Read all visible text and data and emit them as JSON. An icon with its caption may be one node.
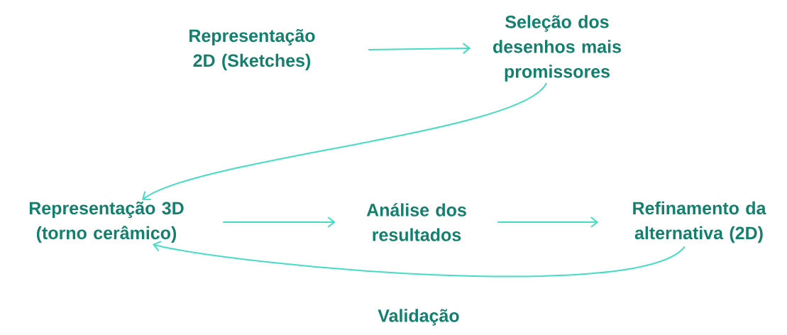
{
  "diagram": {
    "nodes": [
      {
        "text": [
          "Representação 2D (Sketches)"
        ]
      },
      {
        "text": [
          "Seleção dos desenhos mais promissores"
        ]
      },
      {
        "text": [
          "Representação 3D (torno cerâmico)"
        ]
      },
      {
        "text": [
          "Análise dos resultados"
        ]
      },
      {
        "text": [
          "Refinamento da alternativa (2D)"
        ]
      }
    ],
    "edges": [
      {
        "from": 0,
        "to": 1,
        "arrow": "to"
      },
      {
        "from": 1,
        "to": 2,
        "arrow": "to"
      },
      {
        "from": 2,
        "to": 3,
        "arrow": "to"
      },
      {
        "from": 3,
        "to": 4,
        "arrow": "to"
      },
      {
        "from": 4,
        "to": 2,
        "arrow": "to",
        "label": "Validação"
      }
    ]
  }
}
